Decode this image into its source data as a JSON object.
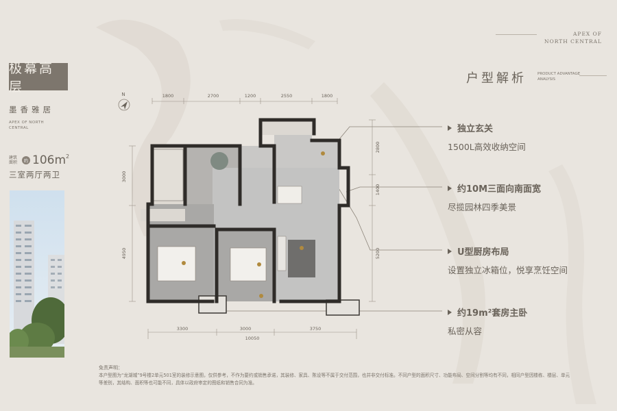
{
  "header": {
    "tag_line1": "APEX OF",
    "tag_line2": "NORTH CENTRAL"
  },
  "left": {
    "title": "极幕高层",
    "subtitle": "墨香雅居",
    "subtag": "APEX OF NORTH CENTRAL",
    "area_label": "建筑面积",
    "area_badge": "约",
    "area_value": "106m",
    "area_unit_sup": "2",
    "layout": "三室两厅两卫"
  },
  "analysis": {
    "title": "户型解析",
    "subtitle": "PRODUCT ADVANTAGE ANALYSIS",
    "features": [
      {
        "heading": "独立玄关",
        "desc": "1500L高效收纳空间"
      },
      {
        "heading": "约10M三面向南面宽",
        "desc": "尽揽园林四季美景"
      },
      {
        "heading": "U型厨房布局",
        "desc": "设置独立冰箱位，悦享烹饪空间"
      },
      {
        "heading": "约19m²套房主卧",
        "desc": "私密从容"
      }
    ]
  },
  "plan": {
    "compass": "N",
    "top_dims": [
      "1800",
      "2700",
      "1200",
      "2550",
      "1800"
    ],
    "left_dims": [
      "3000",
      "4950"
    ],
    "right_dims": [
      "2800",
      "1400",
      "5200"
    ],
    "bottom_dims": [
      "3300",
      "3000",
      "3750"
    ],
    "total_width": "10050"
  },
  "disclaimer": {
    "heading": "免责声明：",
    "line1": "本户型图为“龙湖城”9号楼2单元501室的装修示意图，仅供参考，不作为要约或销售承诺，其装修、家具、陈设等不属于交付范围，也并非交付标准。不同户型的面积尺寸、功能布局、空间分割等均有不同，相同户型因楼栋、楼层、单元",
    "line2": "等差别，其结构、面积等也可能不同，具体以政府审定的图纸和销售合同为准。"
  },
  "colors": {
    "background": "#e9e5df",
    "accent": "#7d766d",
    "text": "#6a635a"
  }
}
